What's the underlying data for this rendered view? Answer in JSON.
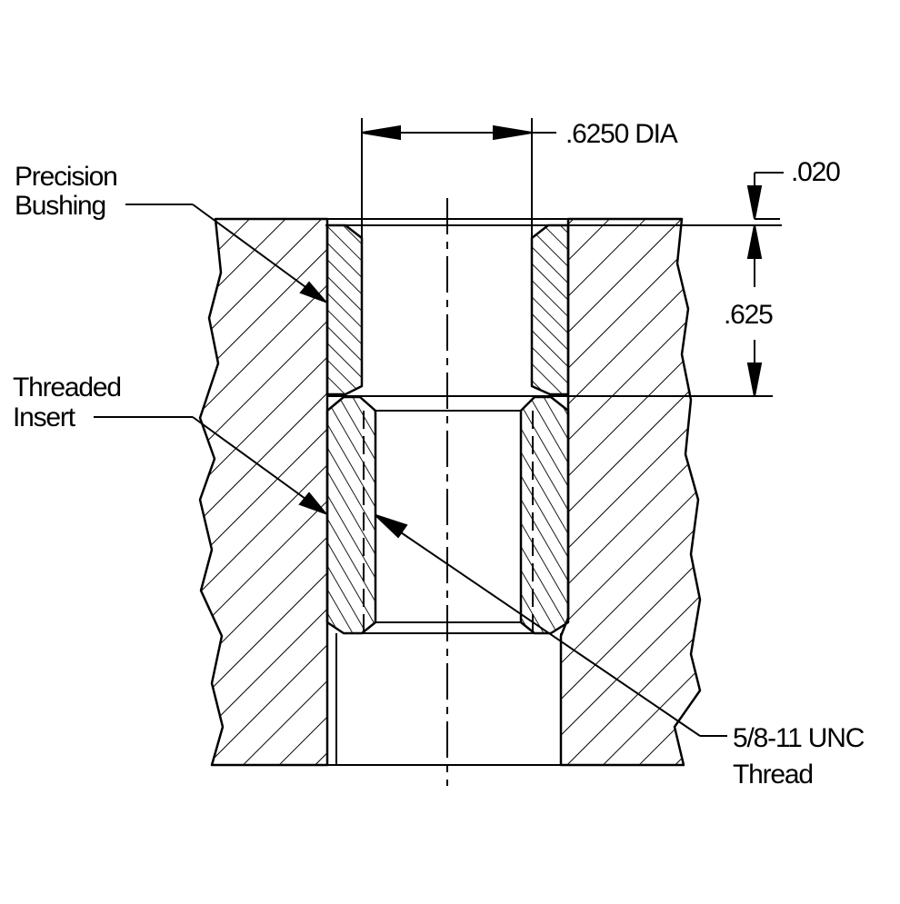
{
  "labels": {
    "bushing_line1": "Precision",
    "bushing_line2": "Bushing",
    "insert_line1": "Threaded",
    "insert_line2": "Insert",
    "dia": ".6250 DIA",
    "depth": ".625",
    "offset": ".020",
    "thread_line1": "5/8-11 UNC",
    "thread_line2": "Thread"
  },
  "colors": {
    "ink": "#000000",
    "paper": "#ffffff"
  }
}
